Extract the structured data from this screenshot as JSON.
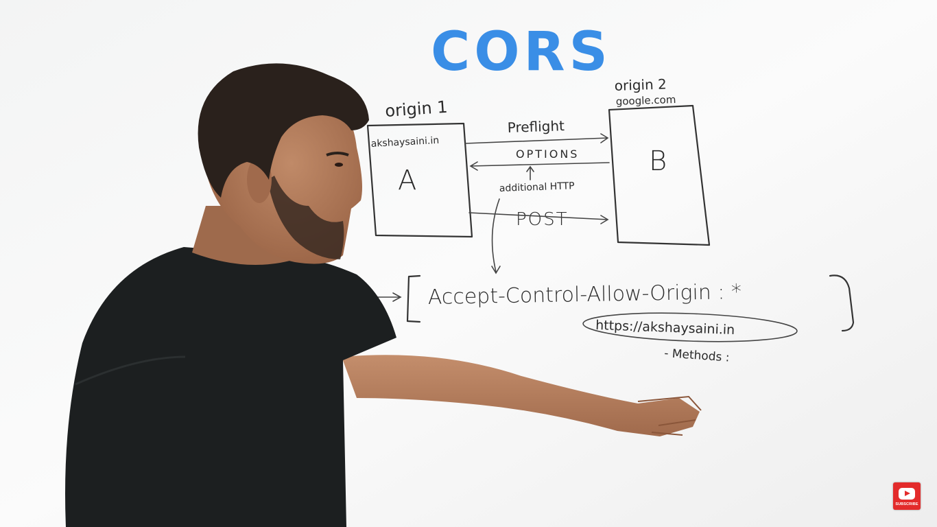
{
  "board": {
    "title": "CORS",
    "origin1": {
      "label": "origin 1",
      "domain": "akshaysaini.in",
      "box_letter": "A"
    },
    "origin2": {
      "label": "origin 2",
      "domain": "google.com",
      "box_letter": "B"
    },
    "arrows": {
      "preflight": "Preflight",
      "options": "OPTIONS",
      "additional": "additional HTTP",
      "post": "POST"
    },
    "header": {
      "name": "Accept-Control-Allow-Origin : *",
      "value": "https://akshaysaini.in",
      "methods": "- Methods :"
    }
  },
  "overlay": {
    "subscribe_label": "SUBSCRIBE"
  },
  "colors": {
    "title_blue": "#3a8ee6",
    "marker_black": "#2a2a2a",
    "board_white": "#ffffff",
    "shirt": "#1c1f20",
    "skin": "#b47a5a",
    "hair": "#2a211c",
    "subscribe_red": "#e32b2b"
  }
}
